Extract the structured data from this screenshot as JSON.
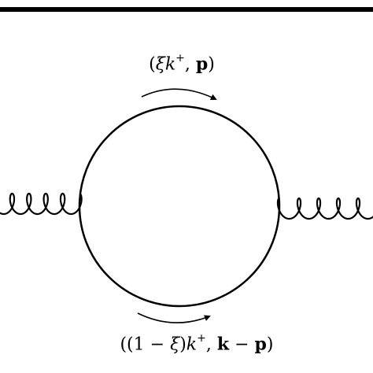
{
  "top_momentum_label": {
    "parts": [
      {
        "t": "(",
        "style": "rm"
      },
      {
        "t": "ξk",
        "style": "it"
      },
      {
        "t": "+",
        "style": "sup"
      },
      {
        "t": ", ",
        "style": "rm"
      },
      {
        "t": "p",
        "style": "bf"
      },
      {
        "t": ")",
        "style": "rm"
      }
    ]
  },
  "bottom_momentum_label": {
    "parts": [
      {
        "t": "((1 − ",
        "style": "rm"
      },
      {
        "t": "ξ",
        "style": "it"
      },
      {
        "t": ")",
        "style": "rm"
      },
      {
        "t": "k",
        "style": "it"
      },
      {
        "t": "+",
        "style": "sup"
      },
      {
        "t": ", ",
        "style": "rm"
      },
      {
        "t": "k",
        "style": "bf"
      },
      {
        "t": " − ",
        "style": "rm"
      },
      {
        "t": "p",
        "style": "bf"
      },
      {
        "t": ")",
        "style": "rm"
      }
    ]
  },
  "colors": {
    "line": "#000000",
    "background": "#ffffff"
  }
}
